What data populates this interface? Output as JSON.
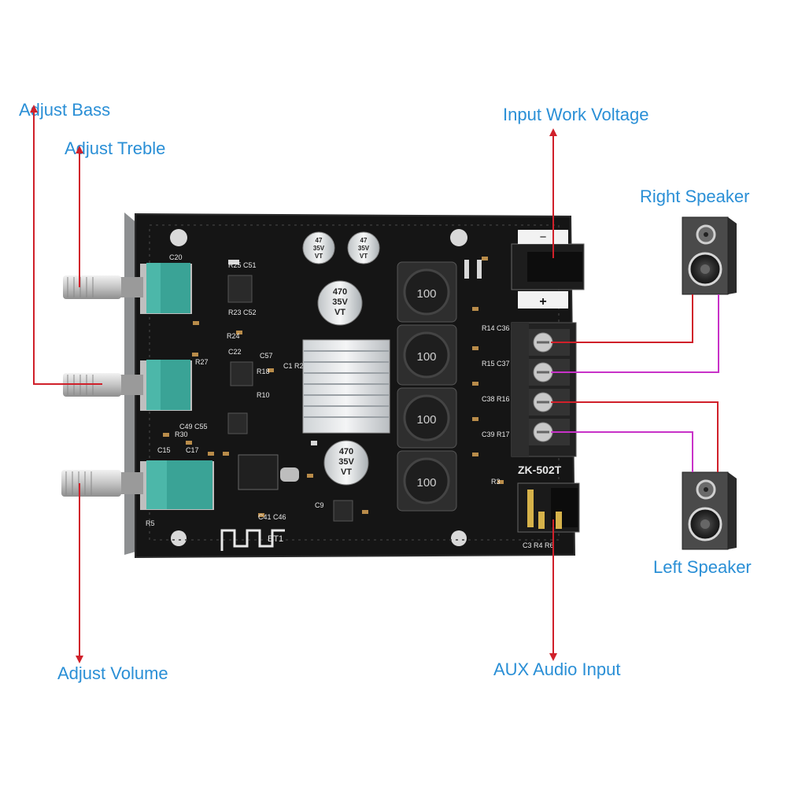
{
  "labels": {
    "adjust_bass": "Adjust Bass",
    "adjust_treble": "Adjust Treble",
    "adjust_volume": "Adjust Volume",
    "input_work_voltage": "Input Work Voltage",
    "right_speaker": "Right Speaker",
    "left_speaker": "Left Speaker",
    "aux_audio_input": "AUX Audio Input"
  },
  "board": {
    "model": "ZK-502T",
    "cap_large": [
      "470",
      "35V",
      "VT"
    ],
    "cap_small": [
      "47",
      "35V",
      "VT"
    ],
    "inductor_marking": "100",
    "polarity_minus": "−",
    "polarity_plus": "+",
    "bt_label": "BT1"
  },
  "colors": {
    "label_text": "#2a8fd6",
    "arrow_red": "#d0202a",
    "wire_magenta": "#c832c8",
    "pcb": "#151515",
    "pot_body": "#3aa396"
  }
}
